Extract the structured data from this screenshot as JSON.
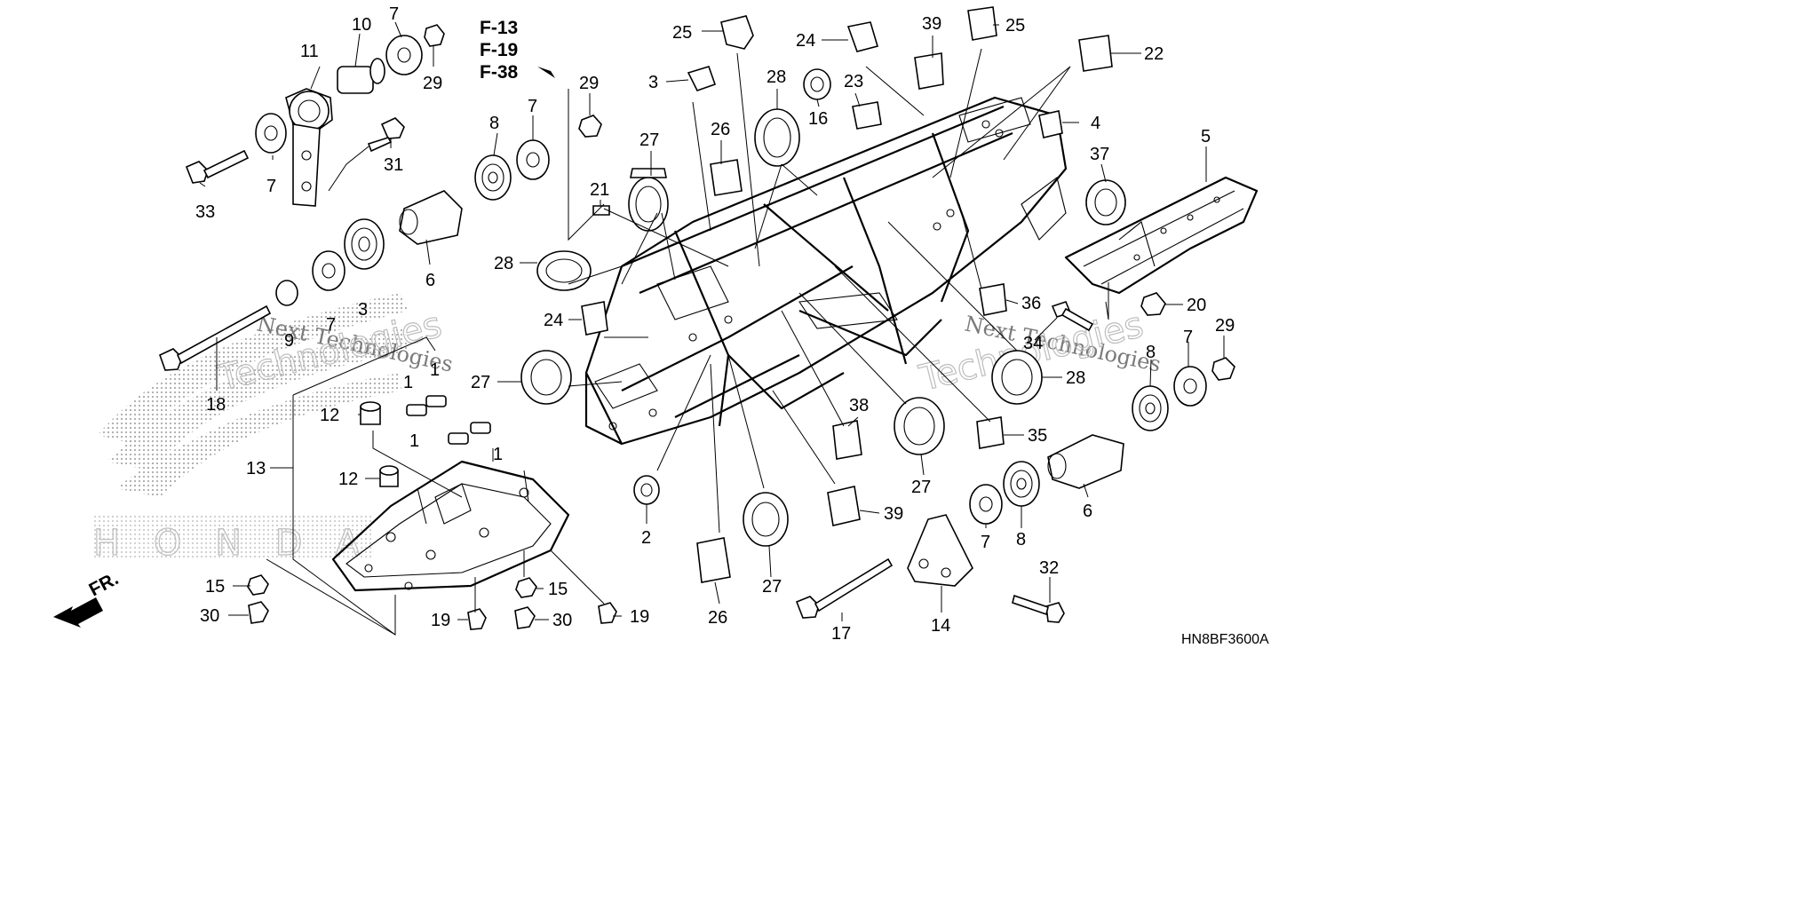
{
  "diagram": {
    "references": [
      "F-13",
      "F-19",
      "F-38"
    ],
    "drawing_code": "HN8BF3600A",
    "direction_label": "FR.",
    "watermark_lines": [
      "Next Technologies",
      "Technologies"
    ],
    "brand_watermark": "HONDA",
    "callouts": [
      {
        "id": "c1",
        "label": "10"
      },
      {
        "id": "c2",
        "label": "7"
      },
      {
        "id": "c3",
        "label": "29"
      },
      {
        "id": "c4",
        "label": "11"
      },
      {
        "id": "c5",
        "label": "31"
      },
      {
        "id": "c6",
        "label": "7"
      },
      {
        "id": "c7",
        "label": "33"
      },
      {
        "id": "c8",
        "label": "8"
      },
      {
        "id": "c9",
        "label": "7"
      },
      {
        "id": "c10",
        "label": "6"
      },
      {
        "id": "c11",
        "label": "3"
      },
      {
        "id": "c12",
        "label": "7"
      },
      {
        "id": "c13",
        "label": "9"
      },
      {
        "id": "c14",
        "label": "18"
      },
      {
        "id": "c15",
        "label": "29"
      },
      {
        "id": "c16",
        "label": "21"
      },
      {
        "id": "c17",
        "label": "27"
      },
      {
        "id": "c18",
        "label": "25"
      },
      {
        "id": "c19",
        "label": "3"
      },
      {
        "id": "c20",
        "label": "28"
      },
      {
        "id": "c21",
        "label": "26"
      },
      {
        "id": "c22",
        "label": "16"
      },
      {
        "id": "c23",
        "label": "24"
      },
      {
        "id": "c24",
        "label": "39"
      },
      {
        "id": "c25",
        "label": "23"
      },
      {
        "id": "c26",
        "label": "25"
      },
      {
        "id": "c27",
        "label": "22"
      },
      {
        "id": "c28",
        "label": "4"
      },
      {
        "id": "c29",
        "label": "5"
      },
      {
        "id": "c30",
        "label": "37"
      },
      {
        "id": "c31",
        "label": "28"
      },
      {
        "id": "c32",
        "label": "24"
      },
      {
        "id": "c33",
        "label": "27"
      },
      {
        "id": "c34",
        "label": "1"
      },
      {
        "id": "c35",
        "label": "1"
      },
      {
        "id": "c36",
        "label": "1"
      },
      {
        "id": "c37",
        "label": "1"
      },
      {
        "id": "c38",
        "label": "12"
      },
      {
        "id": "c39",
        "label": "13"
      },
      {
        "id": "c40",
        "label": "12"
      },
      {
        "id": "c41",
        "label": "15"
      },
      {
        "id": "c42",
        "label": "30"
      },
      {
        "id": "c43",
        "label": "19"
      },
      {
        "id": "c44",
        "label": "15"
      },
      {
        "id": "c45",
        "label": "30"
      },
      {
        "id": "c46",
        "label": "19"
      },
      {
        "id": "c47",
        "label": "2"
      },
      {
        "id": "c48",
        "label": "26"
      },
      {
        "id": "c49",
        "label": "27"
      },
      {
        "id": "c50",
        "label": "38"
      },
      {
        "id": "c51",
        "label": "39"
      },
      {
        "id": "c52",
        "label": "27"
      },
      {
        "id": "c53",
        "label": "36"
      },
      {
        "id": "c54",
        "label": "34"
      },
      {
        "id": "c55",
        "label": "28"
      },
      {
        "id": "c56",
        "label": "35"
      },
      {
        "id": "c57",
        "label": "20"
      },
      {
        "id": "c58",
        "label": "7"
      },
      {
        "id": "c59",
        "label": "29"
      },
      {
        "id": "c60",
        "label": "8"
      },
      {
        "id": "c61",
        "label": "6"
      },
      {
        "id": "c62",
        "label": "7"
      },
      {
        "id": "c63",
        "label": "8"
      },
      {
        "id": "c64",
        "label": "17"
      },
      {
        "id": "c65",
        "label": "14"
      },
      {
        "id": "c66",
        "label": "32"
      }
    ]
  }
}
